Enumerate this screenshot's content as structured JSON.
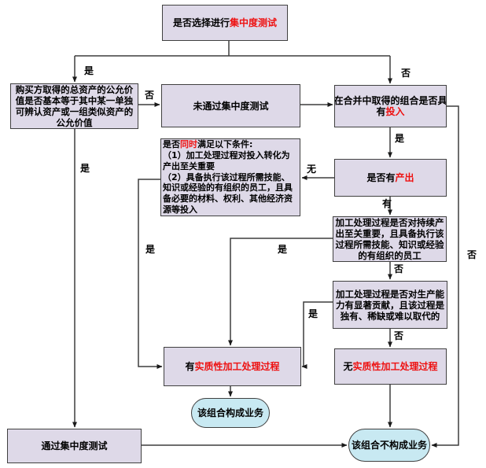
{
  "colors": {
    "box_fill": "#ded9e8",
    "terminal_fill": "#c8e9f2",
    "box_border": "#404040",
    "connector": "#3d3d3d",
    "accent_red": "#ee1111",
    "text": "#000000",
    "background": "#ffffff"
  },
  "nodes": {
    "choose_test": {
      "black": "是否选择进行",
      "red": "集中度测试"
    },
    "fv_check": {
      "l1": "购买方取得的总资产的公允价",
      "l2": "值是否基本等于其中某一单独",
      "l3": "可辨认资产或一组类似资产的",
      "l4": "公允价值"
    },
    "fail_test": {
      "text": "未通过集中度测试"
    },
    "has_input": {
      "l1": "在合并中取得的组合是否具",
      "l2_black": "有",
      "l2_red": "投入"
    },
    "condition": {
      "l1_black": "是否",
      "l1_red": "同时",
      "l1_rest": "满足以下条件:",
      "l2": "（1）加工处理过程对投入转化为",
      "l3": "产出至关重要",
      "l4": "（2）具备执行该过程所需技能、",
      "l5": "知识或经验的有组织的员工，且具",
      "l6": "备必要的材料、权利、其他经济资",
      "l7": "源等投入"
    },
    "has_output": {
      "black": "是否有",
      "red": "产出"
    },
    "continuous": {
      "l1": "加工处理过程是否对持续产",
      "l2": "出至关重要，且具备执行该",
      "l3": "过程所需技能、知识或经验",
      "l4": "的有组织的员工"
    },
    "capacity": {
      "l1": "加工处理过程是否对生产能",
      "l2": "力有显著贡献，且该过程是",
      "l3": "独有、稀缺或难以取代的"
    },
    "substantive_yes": {
      "black": "有",
      "red": "实质性加工处理过程"
    },
    "substantive_no": {
      "black": "无",
      "red": "实质性加工处理过程"
    },
    "constitutes": {
      "text": "该组合构成业务"
    },
    "pass_test": {
      "text": "通过集中度测试"
    },
    "not_constitutes": {
      "text": "该组合不构成业务"
    }
  },
  "edge_labels": {
    "top_yes": "是",
    "top_no": "否",
    "fv_no": "否",
    "fv_yes": "是",
    "input_yes": "是",
    "output_none": "无",
    "output_has": "有",
    "continuous_no": "否",
    "continuous_yes": "是",
    "condition_yes": "是",
    "capacity_yes": "是",
    "capacity_no": "否",
    "input_no": "否"
  }
}
